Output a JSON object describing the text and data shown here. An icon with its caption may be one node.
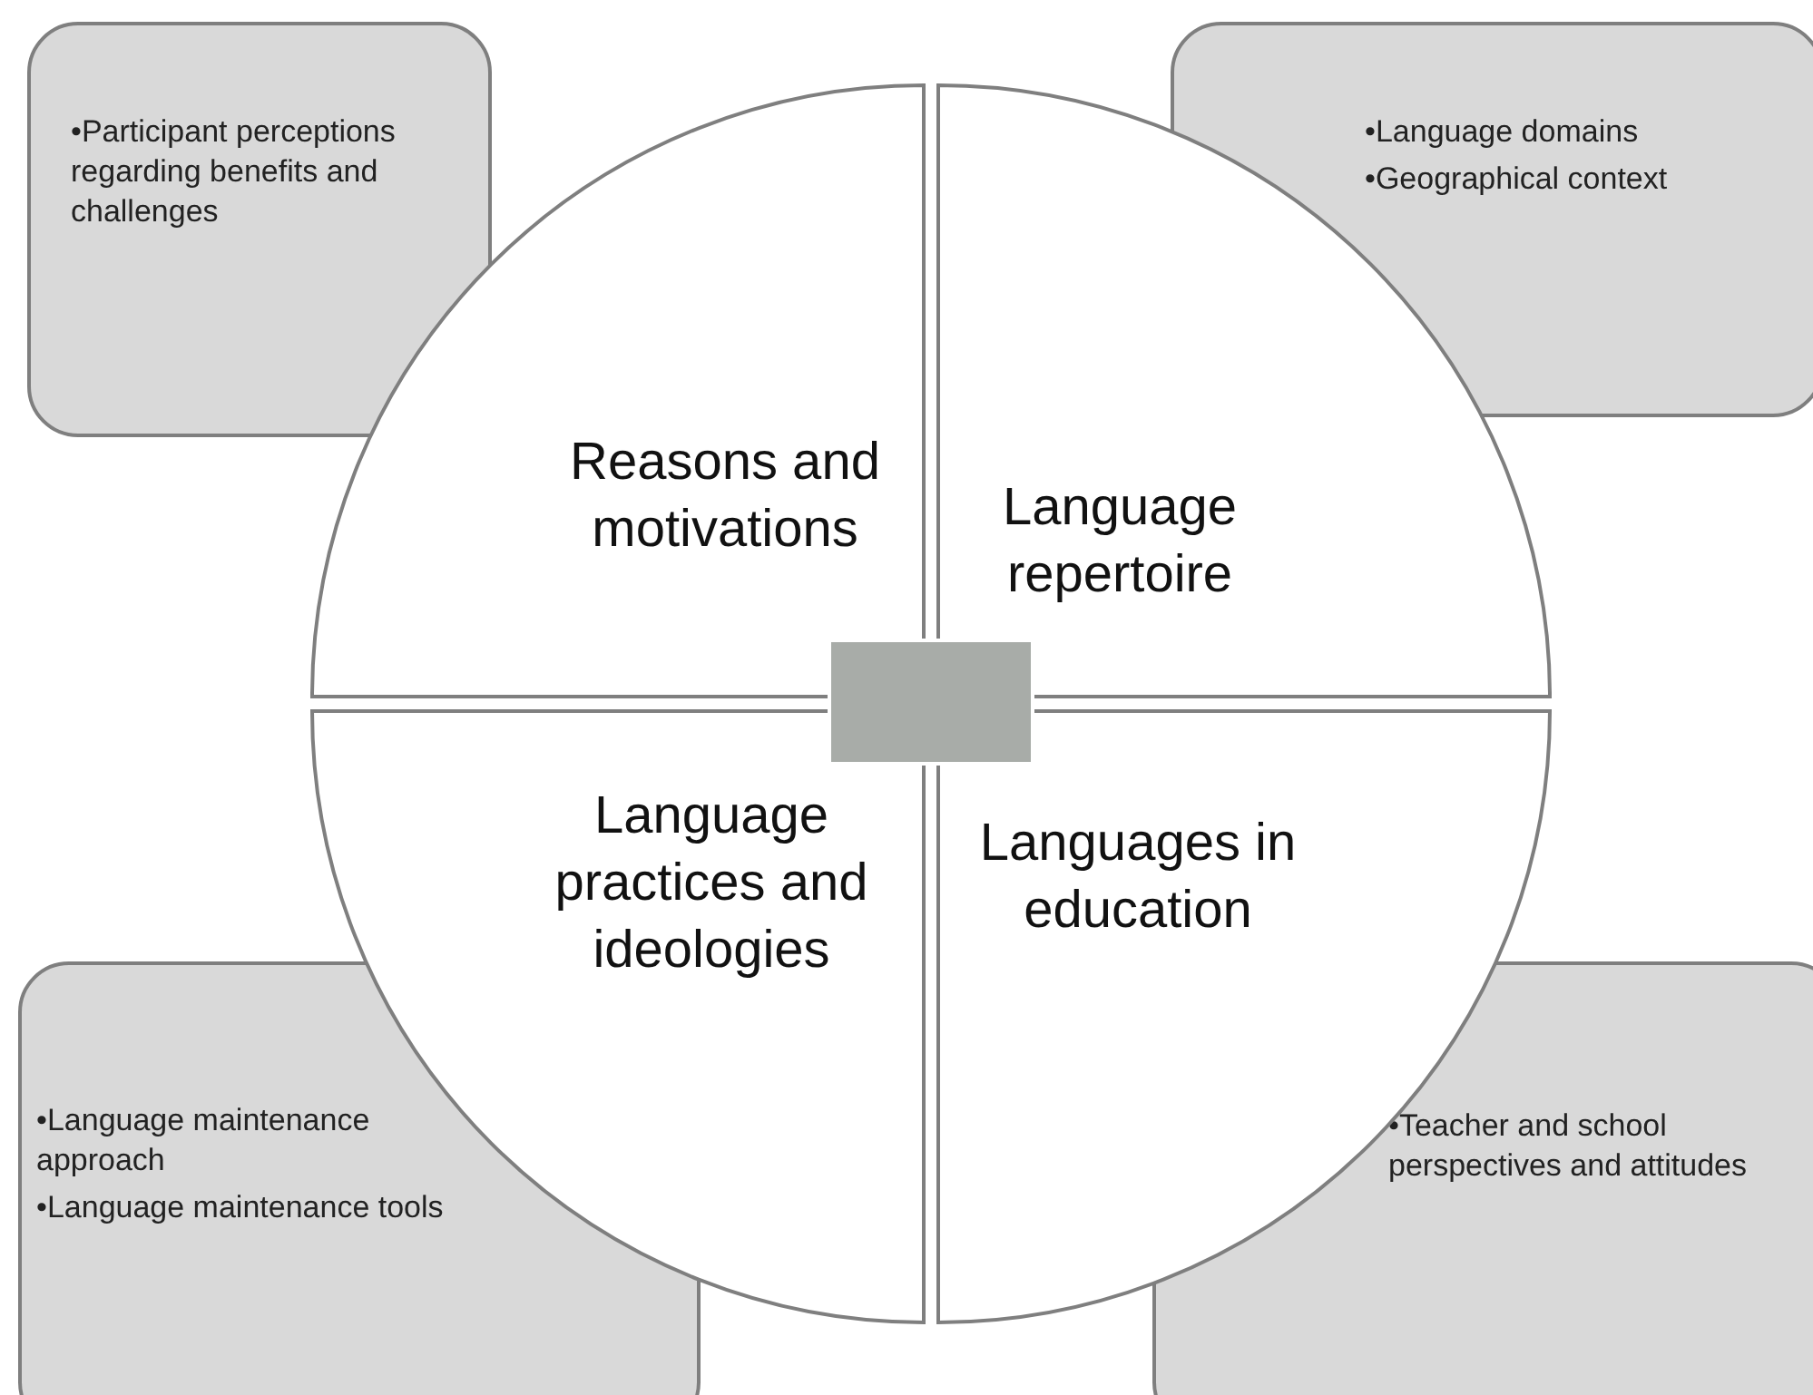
{
  "diagram": {
    "nodes": [
      {
        "text": [
          "•Participant perceptions regarding benefits and challenges"
        ]
      },
      {
        "text": [
          "•Language domains",
          "•Geographical context"
        ]
      },
      {
        "text": [
          "Reasons and motivations"
        ]
      },
      {
        "text": [
          "Language repertoire"
        ]
      },
      {
        "text": [],
        "shape": "box"
      },
      {
        "text": [
          "Language practices and ideologies"
        ]
      },
      {
        "text": [
          "Languages in education"
        ]
      },
      {
        "text": [
          "•Language maintenance approach",
          "•Language maintenance tools"
        ]
      },
      {
        "text": [
          "•Teacher and school perspectives and attitudes"
        ]
      }
    ],
    "edges": []
  }
}
